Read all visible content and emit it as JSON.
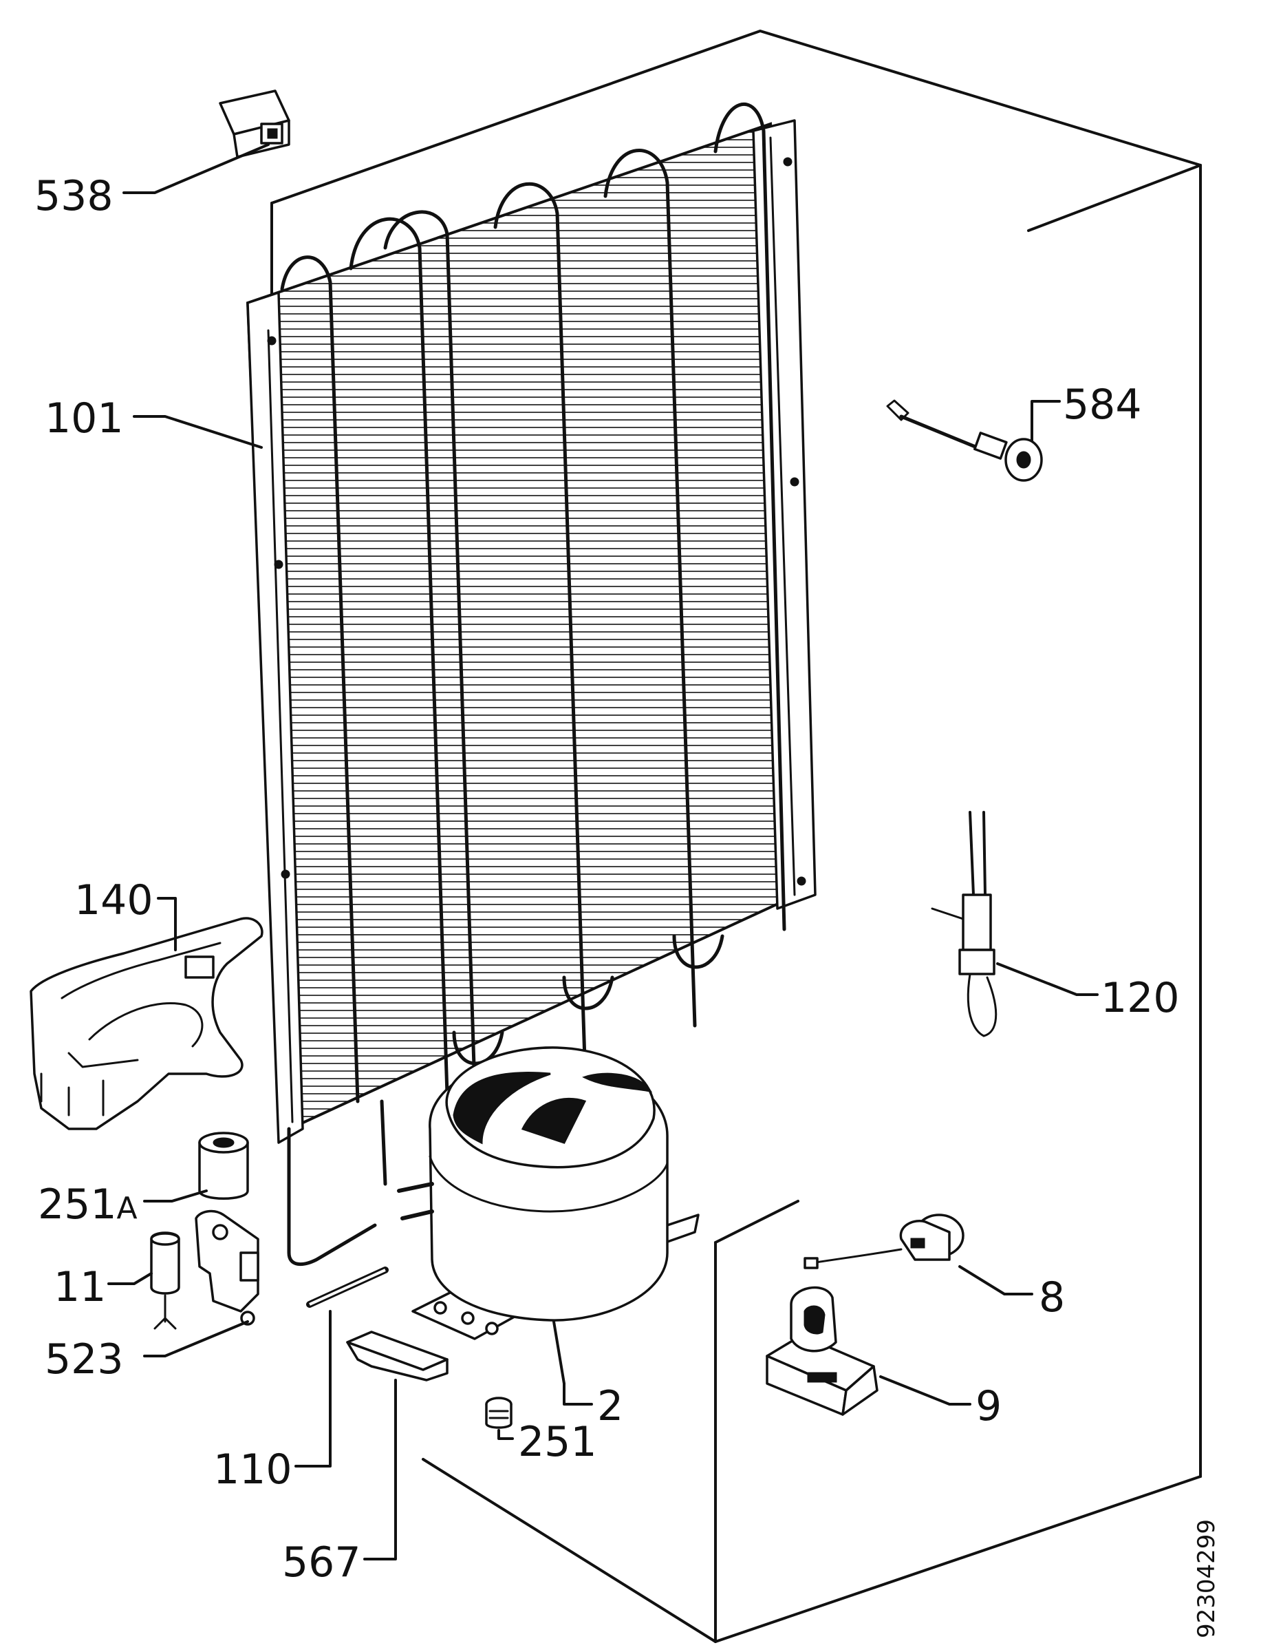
{
  "parts": {
    "p538": "538",
    "p584": "584",
    "p101": "101",
    "p140": "140",
    "p120": "120",
    "p251a_num": "251",
    "p251a_suffix": "A",
    "p11": "11",
    "p523": "523",
    "p8": "8",
    "p2": "2",
    "p9": "9",
    "p110": "110",
    "p251": "251",
    "p567": "567"
  },
  "document_number": "92304299"
}
